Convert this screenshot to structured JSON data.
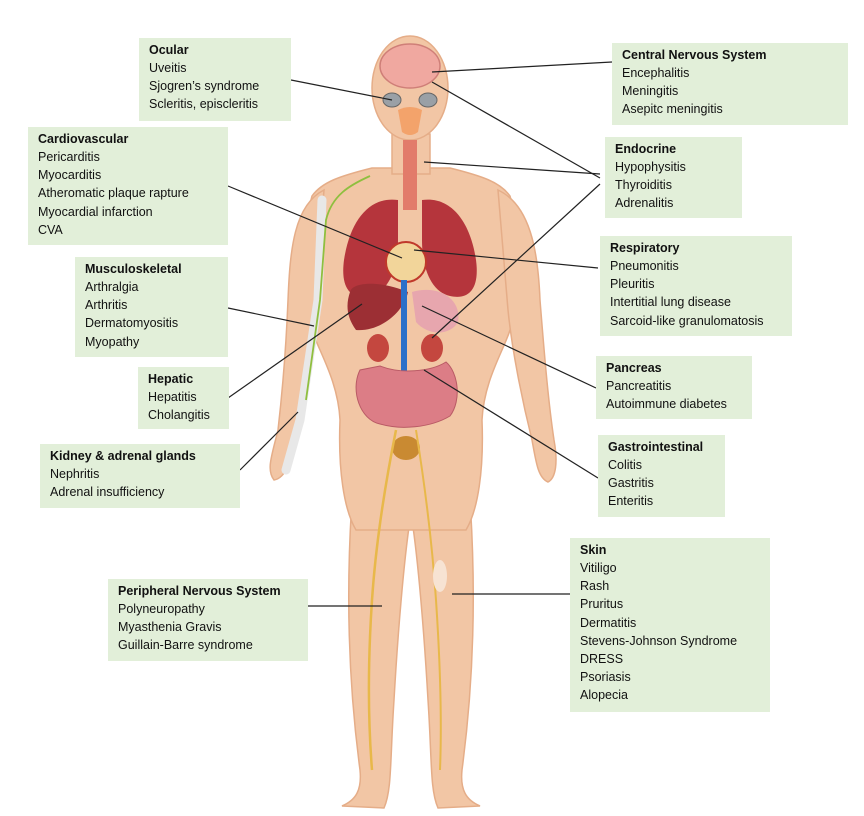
{
  "categories": {
    "ocular": {
      "title": "Ocular",
      "items": [
        "Uveitis",
        "Sjogren’s syndrome",
        "Scleritis, episcleritis"
      ]
    },
    "cns": {
      "title": "Central Nervous System",
      "items": [
        "Encephalitis",
        "Meningitis",
        "Asepitc meningitis"
      ]
    },
    "cardiovascular": {
      "title": "Cardiovascular",
      "items": [
        "Pericarditis",
        "Myocarditis",
        "Atheromatic plaque rapture",
        "Myocardial infarction",
        "CVA"
      ]
    },
    "endocrine": {
      "title": "Endocrine",
      "items": [
        "Hypophysitis",
        "Thyroiditis",
        "Adrenalitis"
      ]
    },
    "musculoskeletal": {
      "title": "Musculoskeletal",
      "items": [
        "Arthralgia",
        "Arthritis",
        "Dermatomyositis",
        "Myopathy"
      ]
    },
    "respiratory": {
      "title": "Respiratory",
      "items": [
        "Pneumonitis",
        "Pleuritis",
        "Intertitial lung disease",
        "Sarcoid-like granulomatosis"
      ]
    },
    "hepatic": {
      "title": "Hepatic",
      "items": [
        "Hepatitis",
        "Cholangitis"
      ]
    },
    "pancreas": {
      "title": "Pancreas",
      "items": [
        "Pancreatitis",
        "Autoimmune diabetes"
      ]
    },
    "kidney": {
      "title": "Kidney & adrenal glands",
      "items": [
        "Nephritis",
        "Adrenal insufficiency"
      ]
    },
    "gastrointestinal": {
      "title": "Gastrointestinal",
      "items": [
        "Colitis",
        "Gastritis",
        "Enteritis"
      ]
    },
    "pns": {
      "title": "Peripheral Nervous System",
      "items": [
        "Polyneuropathy",
        "Myasthenia Gravis",
        "Guillain-Barre syndrome"
      ]
    },
    "skin": {
      "title": "Skin",
      "items": [
        "Vitiligo",
        "Rash",
        "Pruritus",
        "Dermatitis",
        "Stevens-Johnson Syndrome",
        "DRESS",
        "Psoriasis",
        "Alopecia"
      ]
    }
  },
  "colors": {
    "box_fill": "#e2efd9",
    "skin_tone": "#f2c6a5",
    "skin_outline": "#e5ad88",
    "organ_red": "#b5353c",
    "nerve_yellow": "#e8b84a",
    "connector_line": "#222222"
  }
}
